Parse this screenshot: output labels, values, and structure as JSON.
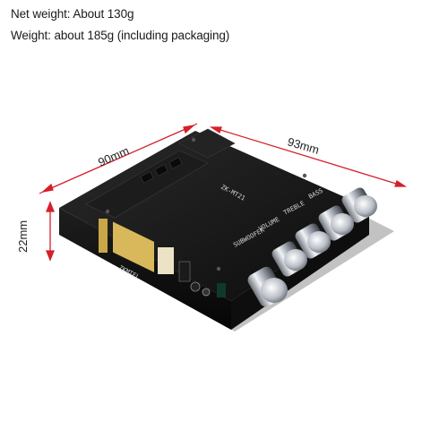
{
  "specs": {
    "net_weight": "Net weight: About 130g",
    "package_weight": "Weight: about 185g (including packaging)"
  },
  "dimensions": {
    "width": "90mm",
    "length": "93mm",
    "height": "22mm"
  },
  "board": {
    "model": "ZK-MT21",
    "brand": "ZKMTEL",
    "labels": [
      "SUBWOOFER",
      "VOLUME",
      "TREBLE",
      "BASS"
    ]
  },
  "colors": {
    "dimension_line": "#d4202a",
    "board": "#151515",
    "knob": "#c8ccd2"
  }
}
